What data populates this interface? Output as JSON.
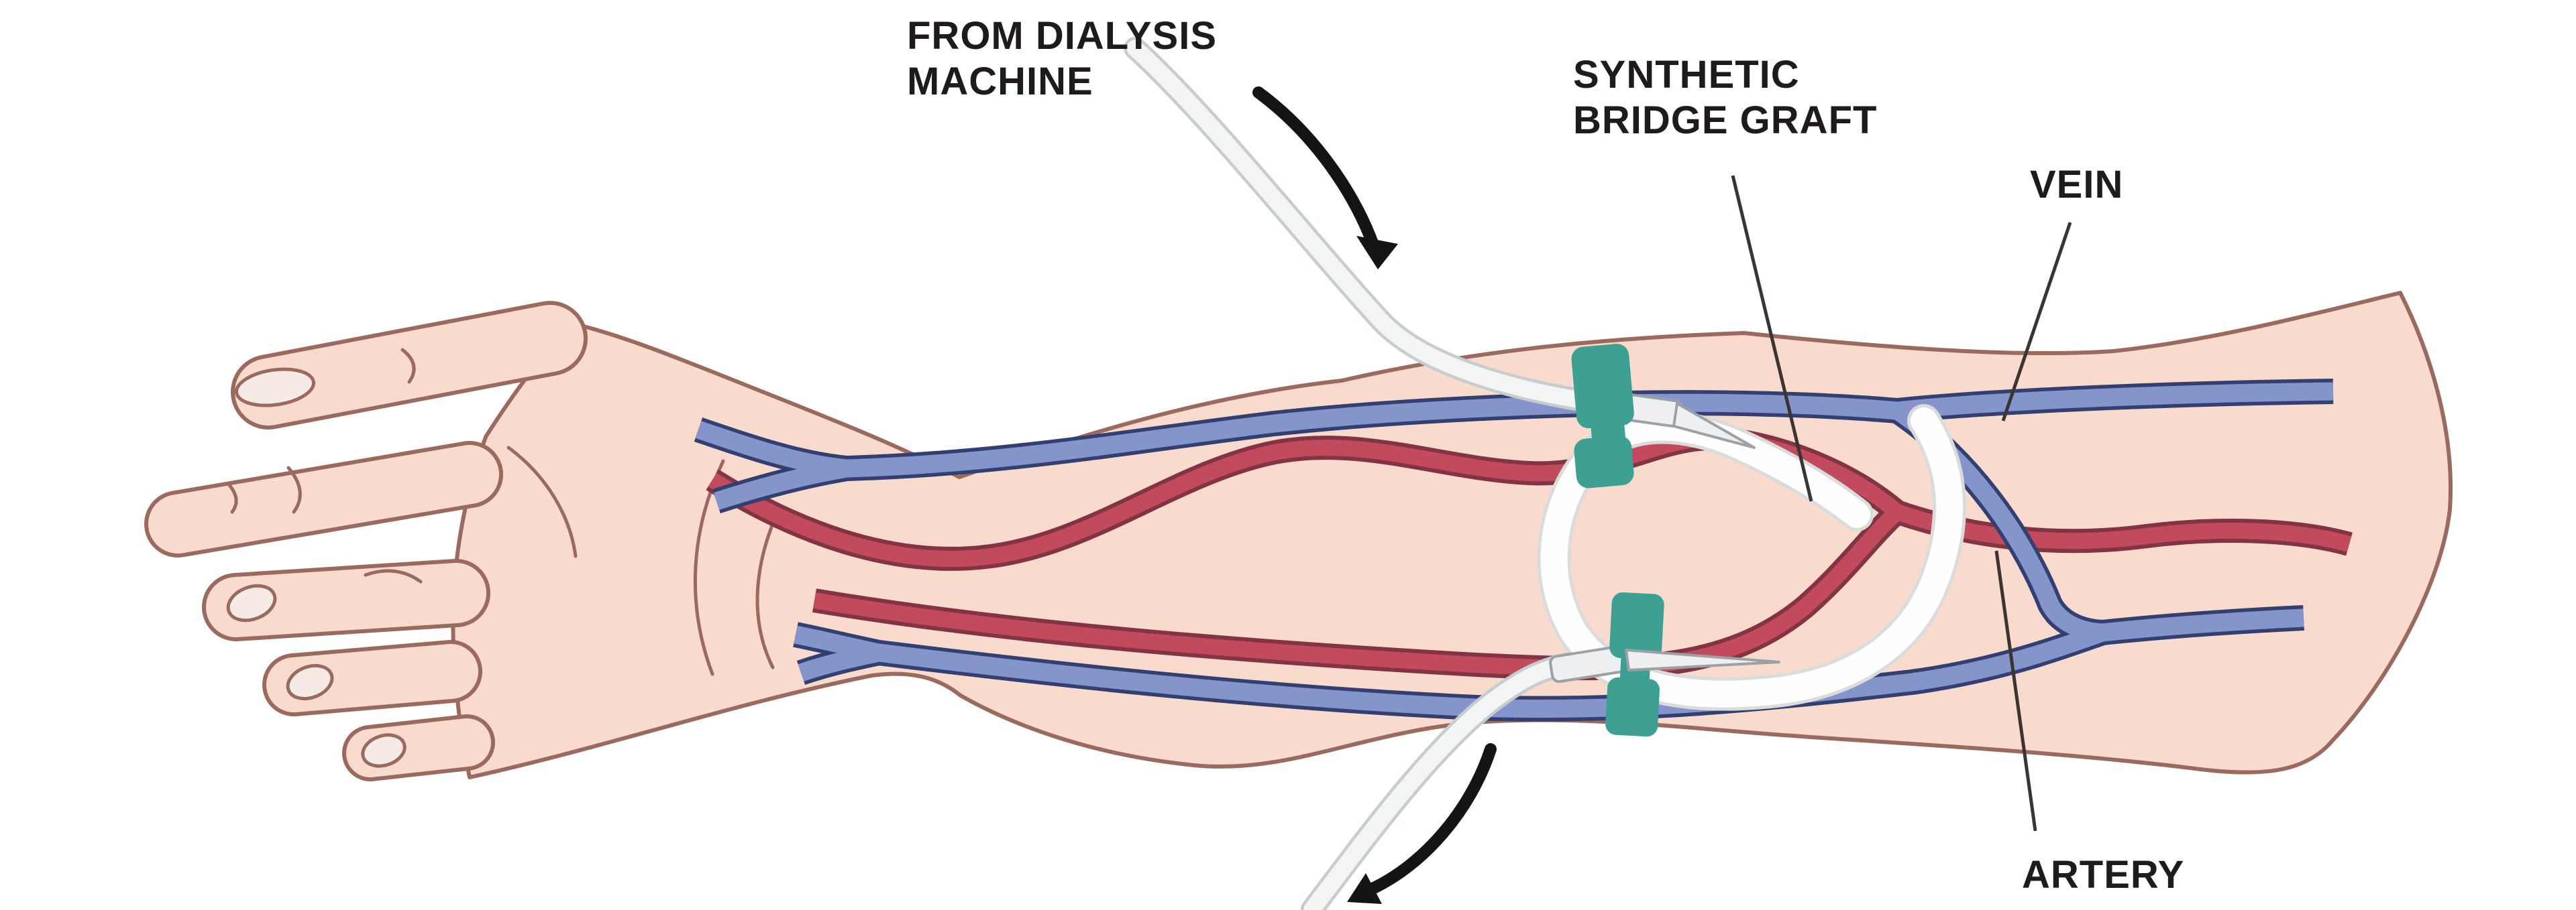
{
  "figure": {
    "type": "medical-illustration",
    "subject": "Hemodialysis access via synthetic bridge graft (AV graft) in a forearm"
  },
  "labels": {
    "from_dialysis": {
      "line1": "FROM DIALYSIS",
      "line2": "MACHINE"
    },
    "graft": {
      "line1": "SYNTHETIC",
      "line2": "BRIDGE GRAFT"
    },
    "vein": "VEIN",
    "artery": "ARTERY"
  },
  "colors": {
    "background": "#ffffff",
    "skin": "#F9DBCE",
    "skin_outline": "#9A6A5E",
    "nail": "#F6EAE6",
    "vein_fill": "#8495CB",
    "vein_outline": "#333F70",
    "artery_fill": "#C14B5D",
    "artery_outline": "#823344",
    "clamp": "#3EA092",
    "graft_fill": "#FEFEFE",
    "graft_outline": "#DADCDC",
    "tube_fill": "#F3F5F5",
    "tube_outline": "#C7CCCF",
    "needle_fill": "#EDEFF0",
    "needle_outline": "#9BA1A6",
    "arrow": "#141414",
    "leader": "#3A3433",
    "label": "#1f1b1a"
  }
}
